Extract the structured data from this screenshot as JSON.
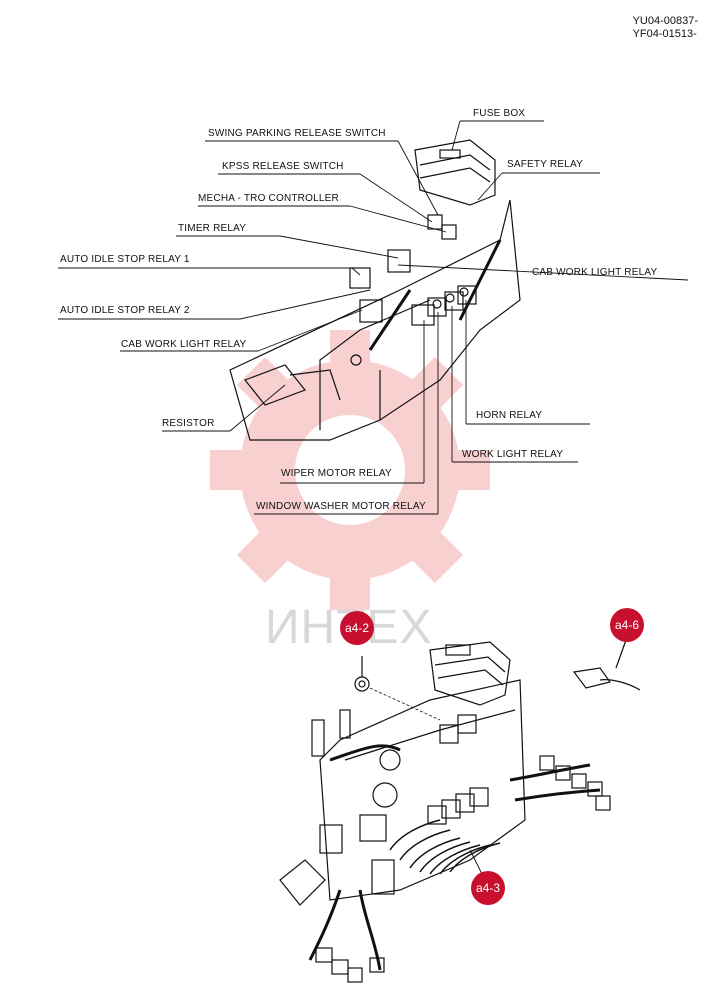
{
  "document_codes": [
    "YU04-00837-",
    "YF04-01513-"
  ],
  "watermark": {
    "text": "ИНТЕХ",
    "color": "#e8302e"
  },
  "upper_diagram": {
    "callouts": {
      "fuse_box": "FUSE BOX",
      "swing_parking_release_switch": "SWING PARKING RELEASE SWITCH",
      "safety_relay": "SAFETY RELAY",
      "kpss_release_switch": "KPSS RELEASE SWITCH",
      "mecha_tro_controller": "MECHA - TRO CONTROLLER",
      "timer_relay": "TIMER RELAY",
      "auto_idle_stop_relay_1": "AUTO IDLE STOP RELAY 1",
      "cab_work_light_relay_right": "CAB WORK LIGHT RELAY",
      "auto_idle_stop_relay_2": "AUTO IDLE STOP RELAY 2",
      "cab_work_light_relay_left": "CAB WORK LIGHT RELAY",
      "resistor": "RESISTOR",
      "horn_relay": "HORN  RELAY",
      "work_light_relay": "WORK LIGHT  RELAY",
      "wiper_motor_relay": "WIPER MOTOR RELAY",
      "window_washer_motor_relay": "WINDOW WASHER MOTOR RELAY"
    }
  },
  "lower_diagram": {
    "badges": {
      "a4_2": "a4-2",
      "a4_6": "a4-6",
      "a4_3": "a4-3"
    },
    "badge_color": "#c8102e"
  }
}
